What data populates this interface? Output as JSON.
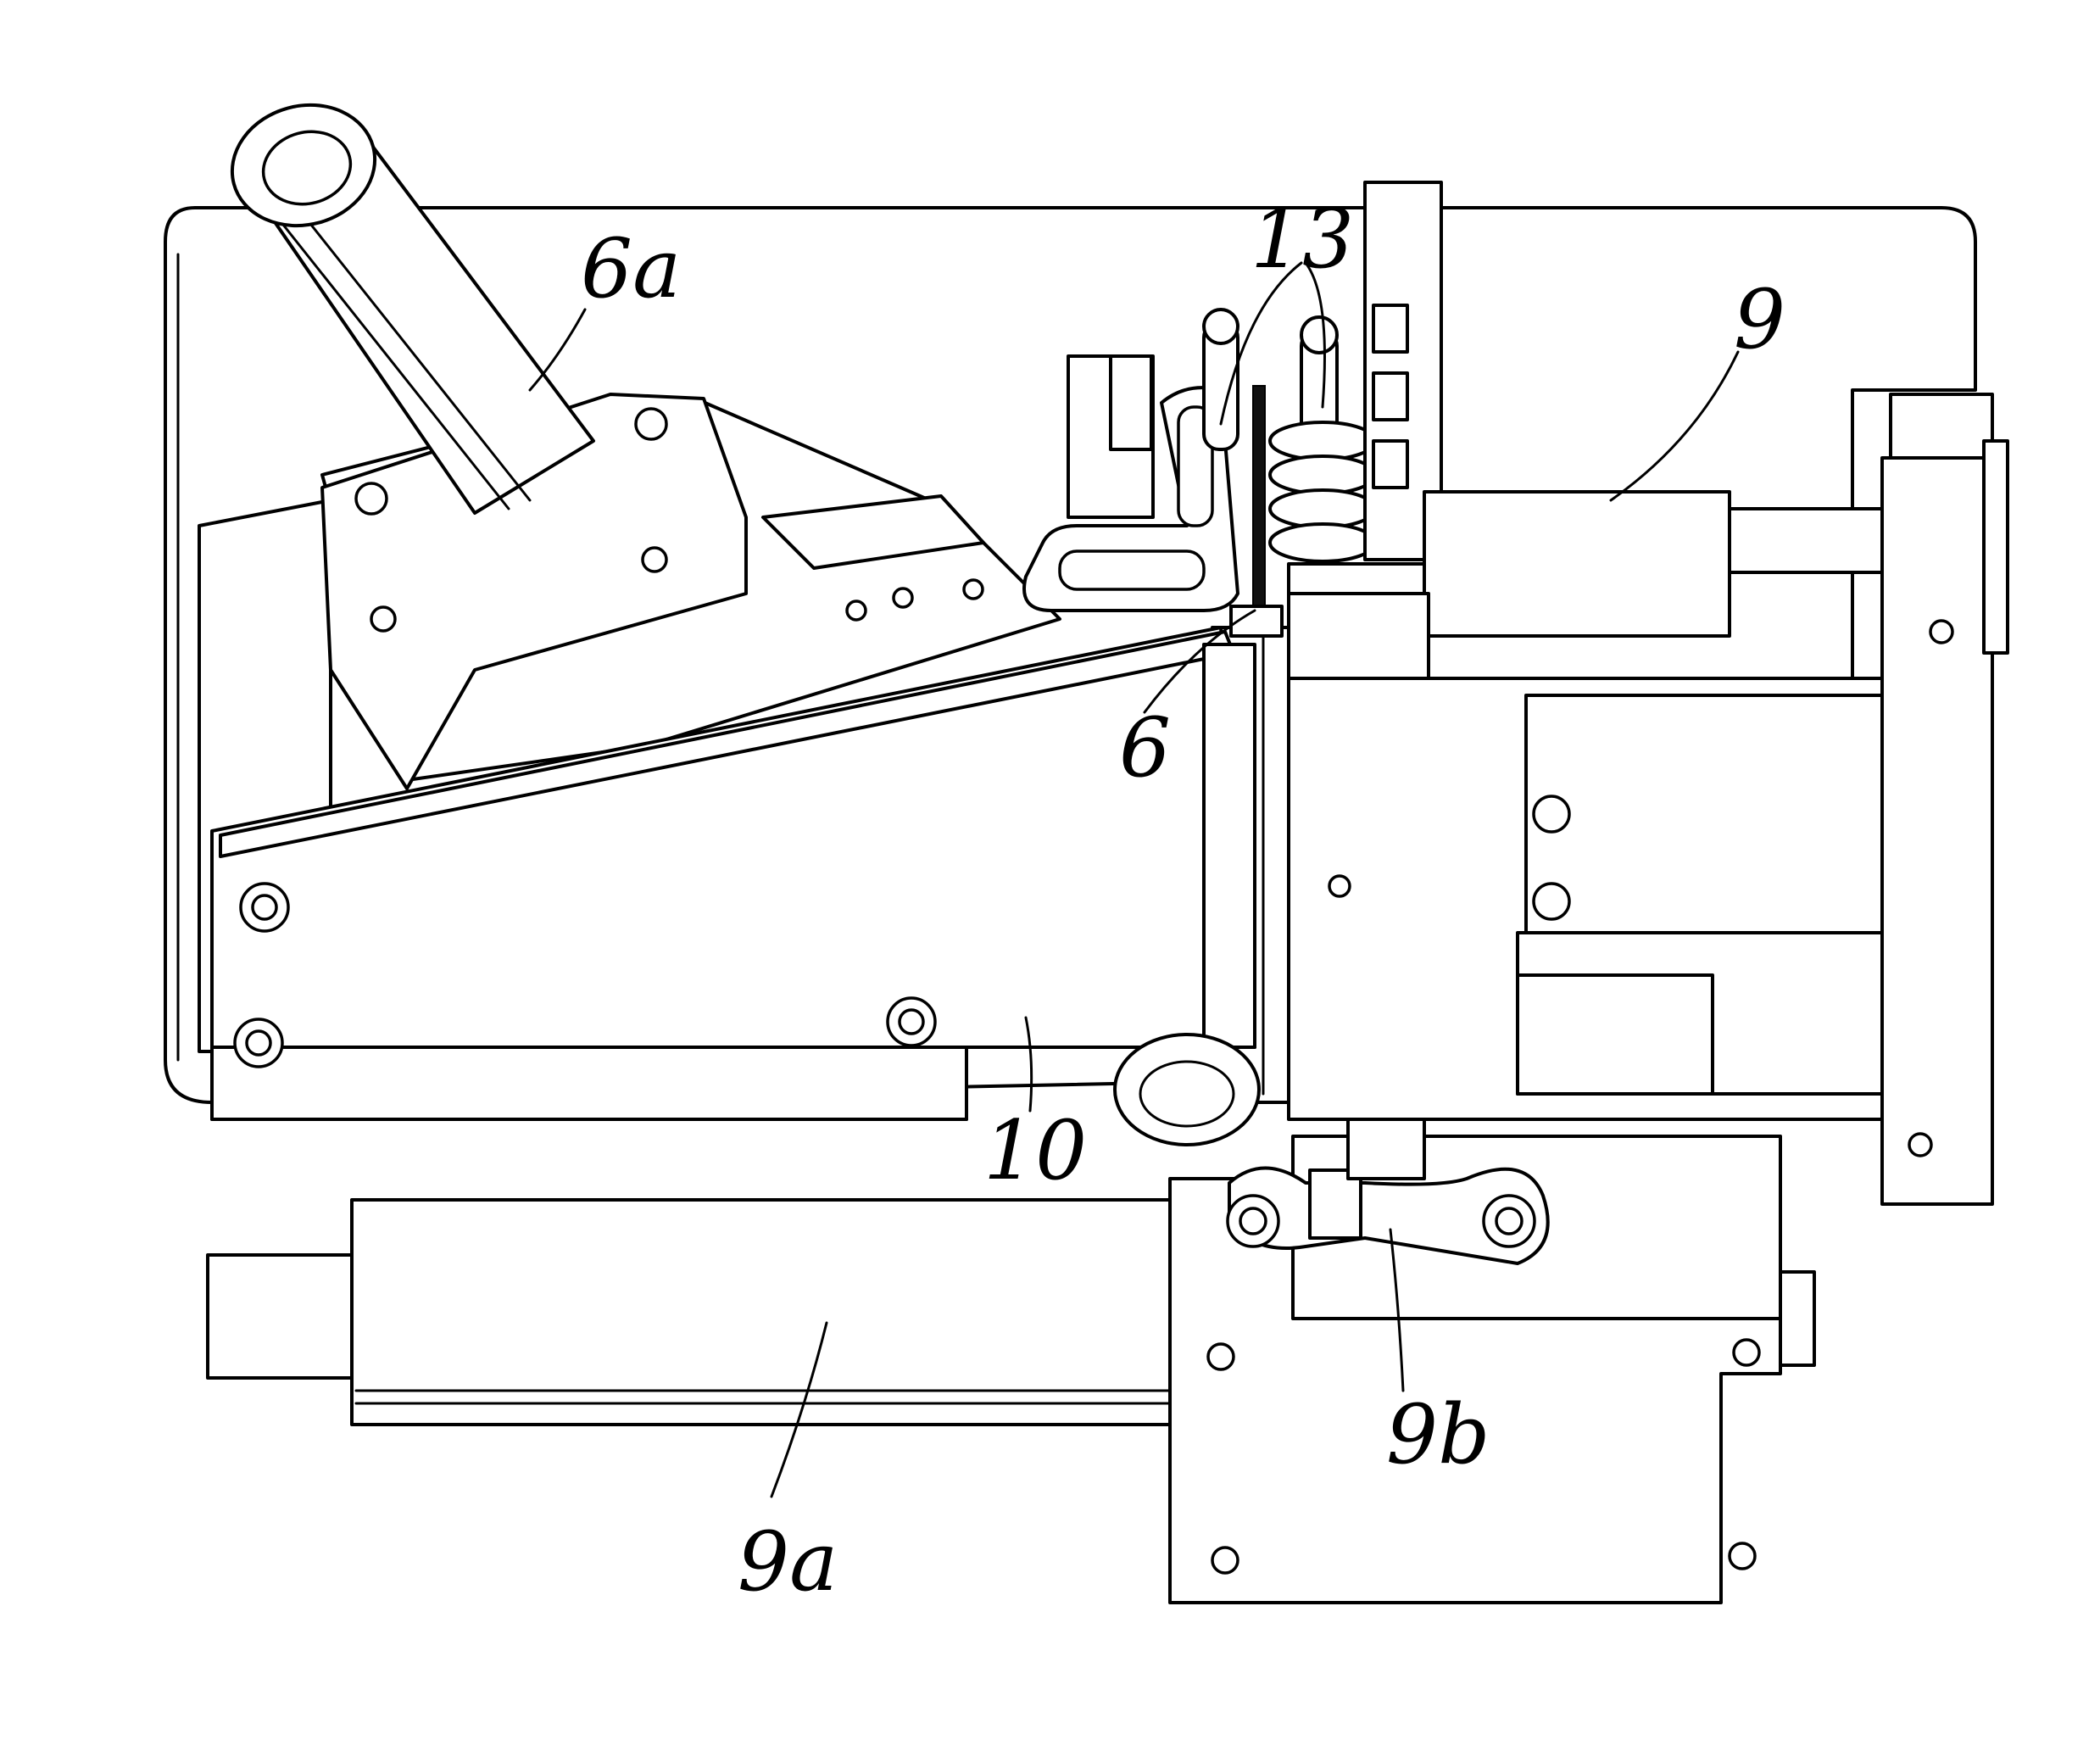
{
  "figure": {
    "labels": {
      "ref_6a": "6a",
      "ref_13": "13",
      "ref_9": "9",
      "ref_6": "6",
      "ref_10": "10",
      "ref_9b": "9b",
      "ref_9a": "9a"
    },
    "colors": {
      "ink": "#000000",
      "paper": "#ffffff"
    }
  }
}
